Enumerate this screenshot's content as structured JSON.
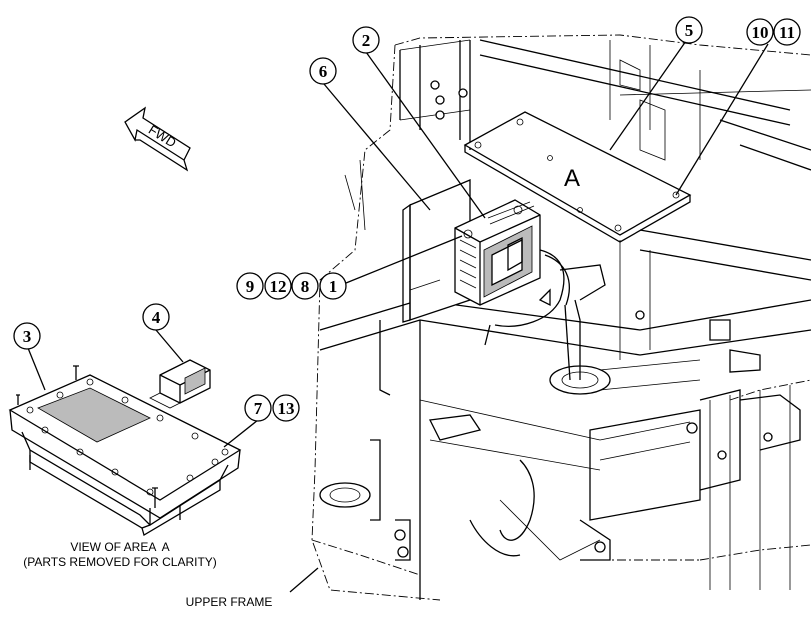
{
  "callouts": [
    {
      "n": "2"
    },
    {
      "n": "5"
    },
    {
      "n": "10"
    },
    {
      "n": "11"
    },
    {
      "n": "6"
    },
    {
      "n": "9"
    },
    {
      "n": "12"
    },
    {
      "n": "8"
    },
    {
      "n": "1"
    },
    {
      "n": "3"
    },
    {
      "n": "4"
    },
    {
      "n": "7"
    },
    {
      "n": "13"
    }
  ],
  "area_label": "A",
  "fwd_label": "FWD",
  "view_caption": {
    "line1": "VIEW OF AREA  A",
    "line2": "(PARTS REMOVED FOR CLARITY)"
  },
  "upper_frame_label": "UPPER FRAME"
}
